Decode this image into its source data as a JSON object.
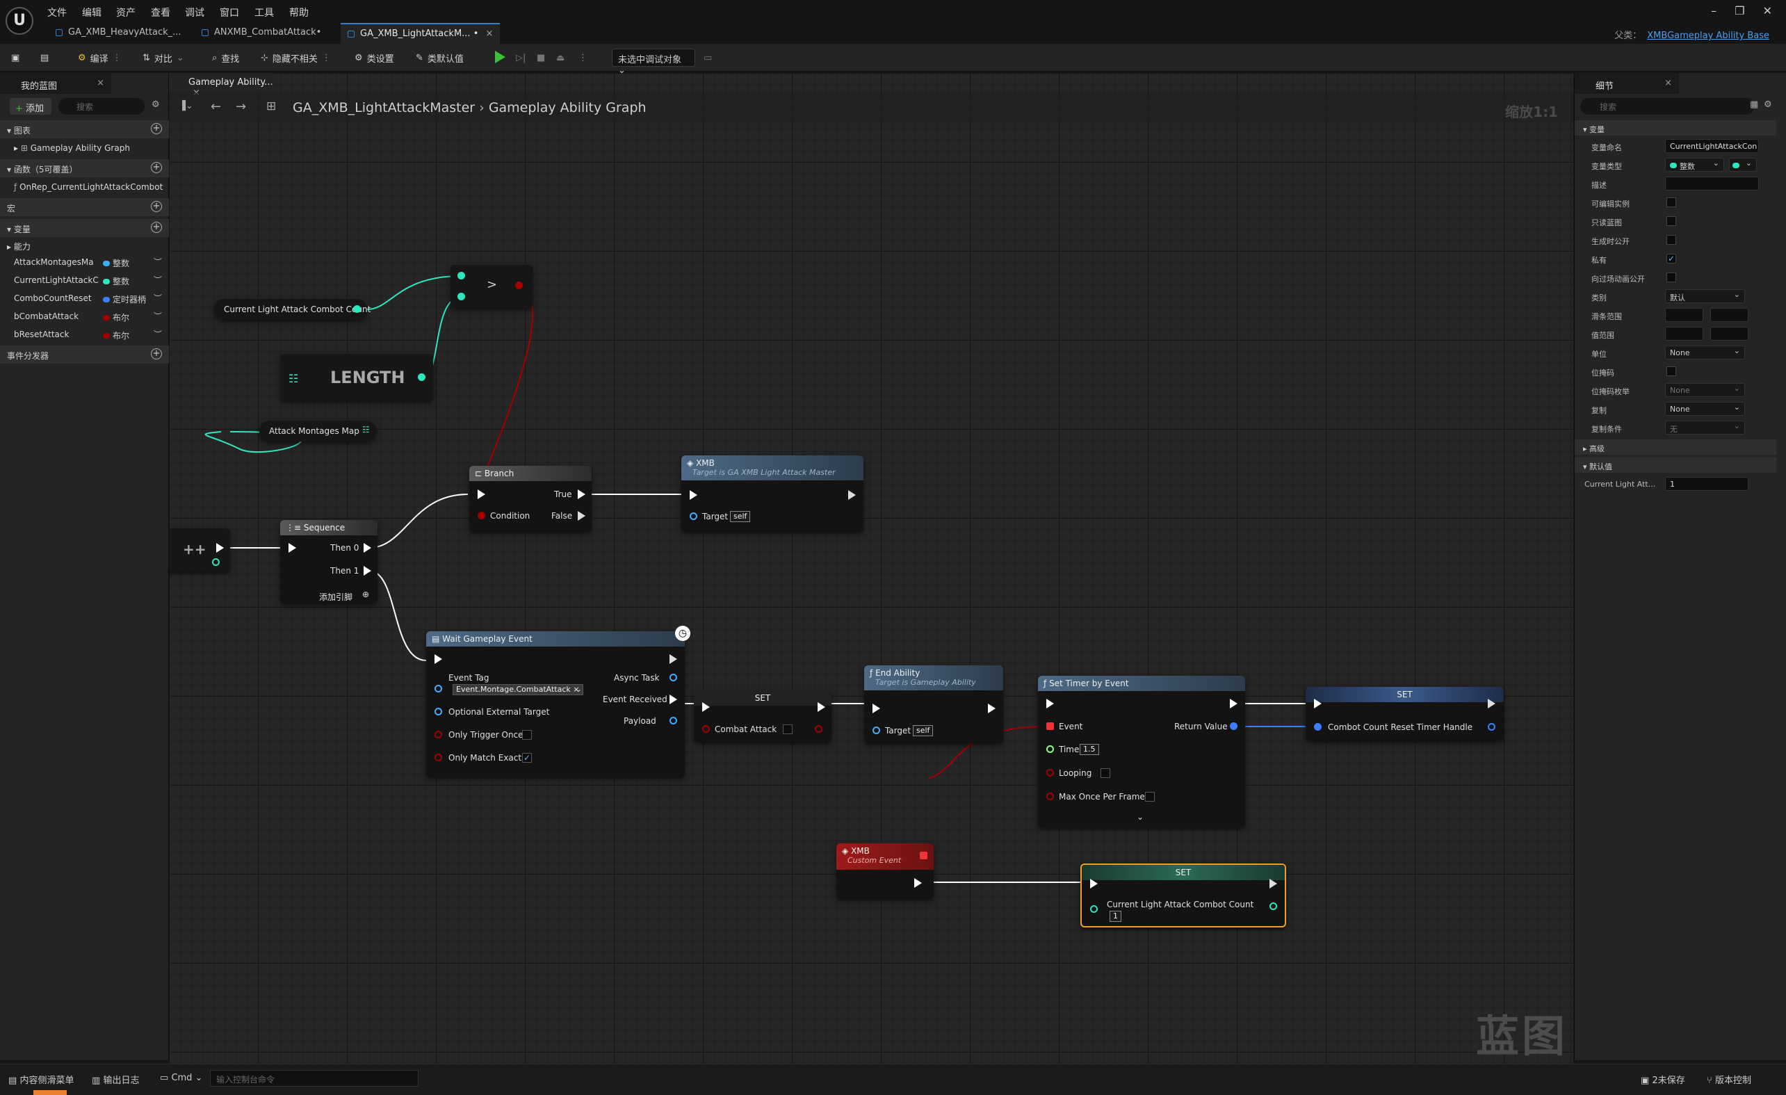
{
  "app": {
    "menu": [
      "文件",
      "编辑",
      "资产",
      "查看",
      "调试",
      "窗口",
      "工具",
      "帮助"
    ],
    "parent_label": "父类：",
    "parent_class": "XMBGameplay Ability Base"
  },
  "tabs": [
    {
      "label": "GA_XMB_HeavyAttack_..."
    },
    {
      "label": "ANXMB_CombatAttack•"
    },
    {
      "label": "GA_XMB_LightAttackM... •"
    }
  ],
  "toolbar": {
    "compile": "编译",
    "diff": "对比",
    "find": "查找",
    "hide_unrelated": "隐藏不相关",
    "class_settings": "类设置",
    "class_defaults": "类默认值",
    "debug_target": "未选中调试对象"
  },
  "left_panel": {
    "tab": "我的蓝图",
    "add": "添加",
    "search_placeholder": "搜索",
    "graphs_header": "图表",
    "graph_item": "Gameplay Ability Graph",
    "functions_header": "函数（5可覆盖）",
    "function_item": "OnRep_CurrentLightAttackCombot",
    "macros_header": "宏",
    "variables_header": "变量",
    "variable_category": "能力",
    "variables": [
      {
        "name": "AttackMontagesMa",
        "type": "整数",
        "color": "#3fb0ff"
      },
      {
        "name": "CurrentLightAttackC",
        "type": "整数",
        "color": "#2ee6c0"
      },
      {
        "name": "ComboCountReset",
        "type": "定时器柄",
        "color": "#3b7fff"
      },
      {
        "name": "bCombatAttack",
        "type": "布尔",
        "color": "#a50000"
      },
      {
        "name": "bResetAttack",
        "type": "布尔",
        "color": "#a50000"
      }
    ],
    "dispatchers_header": "事件分发器"
  },
  "graph": {
    "tab": "Gameplay Ability...",
    "breadcrumb_root": "GA_XMB_LightAttackMaster",
    "breadcrumb_leaf": "Gameplay Ability Graph",
    "zoom": "缩放1:1",
    "watermark": "蓝图",
    "nodes": {
      "get_count": "Current Light Attack Combot Count",
      "compare": ">",
      "length": "LENGTH",
      "attack_montages": "Attack Montages Map",
      "increment": "++",
      "sequence_title": "Sequence",
      "seq_then0": "Then 0",
      "seq_then1": "Then 1",
      "seq_add_pin": "添加引脚",
      "branch_title": "Branch",
      "branch_condition": "Condition",
      "branch_true": "True",
      "branch_false": "False",
      "xmb_call_title": "XMB",
      "xmb_call_sub": "Target is GA XMB Light Attack Master",
      "target_label": "Target",
      "self_value": "self",
      "wait_title": "Wait Gameplay Event",
      "wait_event_tag": "Event Tag",
      "wait_tag_value": "Event.Montage.CombatAttack",
      "wait_optional_target": "Optional External Target",
      "wait_only_trigger_once": "Only Trigger Once",
      "wait_only_match_exact": "Only Match Exact",
      "wait_async_task": "Async Task",
      "wait_event_received": "Event Received",
      "wait_payload": "Payload",
      "set_title": "SET",
      "set_combat_attack": "Combat Attack",
      "end_ability_title": "End Ability",
      "end_ability_sub": "Target is Gameplay Ability",
      "timer_title": "Set Timer by Event",
      "timer_event": "Event",
      "timer_time": "Time",
      "timer_time_value": "1.5",
      "timer_looping": "Looping",
      "timer_max_once": "Max Once Per Frame",
      "timer_return": "Return Value",
      "set_handle": "Combot Count Reset Timer Handle",
      "custom_event_title": "XMB",
      "custom_event_sub": "Custom Event",
      "set_count_label": "Current Light Attack Combot Count",
      "set_count_value": "1"
    }
  },
  "details": {
    "tab": "细节",
    "search_placeholder": "搜索",
    "section_variable": "变量",
    "rows": {
      "var_name": {
        "label": "变量命名",
        "value": "CurrentLightAttackCon"
      },
      "var_type": {
        "label": "变量类型",
        "value": "整数"
      },
      "description": {
        "label": "描述"
      },
      "instance_editable": {
        "label": "可编辑实例"
      },
      "blueprint_readonly": {
        "label": "只读蓝图"
      },
      "expose_on_spawn": {
        "label": "生成时公开"
      },
      "private": {
        "label": "私有",
        "checked": true
      },
      "expose_cinematics": {
        "label": "向过场动画公开"
      },
      "category": {
        "label": "类别",
        "value": "默认"
      },
      "slider_range": {
        "label": "滑条范围"
      },
      "value_range": {
        "label": "值范围"
      },
      "units": {
        "label": "单位",
        "value": "None"
      },
      "bitmask": {
        "label": "位掩码"
      },
      "bitmask_enum": {
        "label": "位掩码枚举",
        "value": "None"
      },
      "replication": {
        "label": "复制",
        "value": "None"
      },
      "replication_condition": {
        "label": "复制条件",
        "value": "无"
      }
    },
    "section_advanced": "高级",
    "section_default": "默认值",
    "default_row": {
      "label": "Current Light Att...",
      "value": "1"
    }
  },
  "statusbar": {
    "content_drawer": "内容侧滑菜单",
    "output_log": "输出日志",
    "cmd": "Cmd",
    "cmd_placeholder": "输入控制台命令",
    "unsaved": "2未保存",
    "source_control": "版本控制"
  }
}
